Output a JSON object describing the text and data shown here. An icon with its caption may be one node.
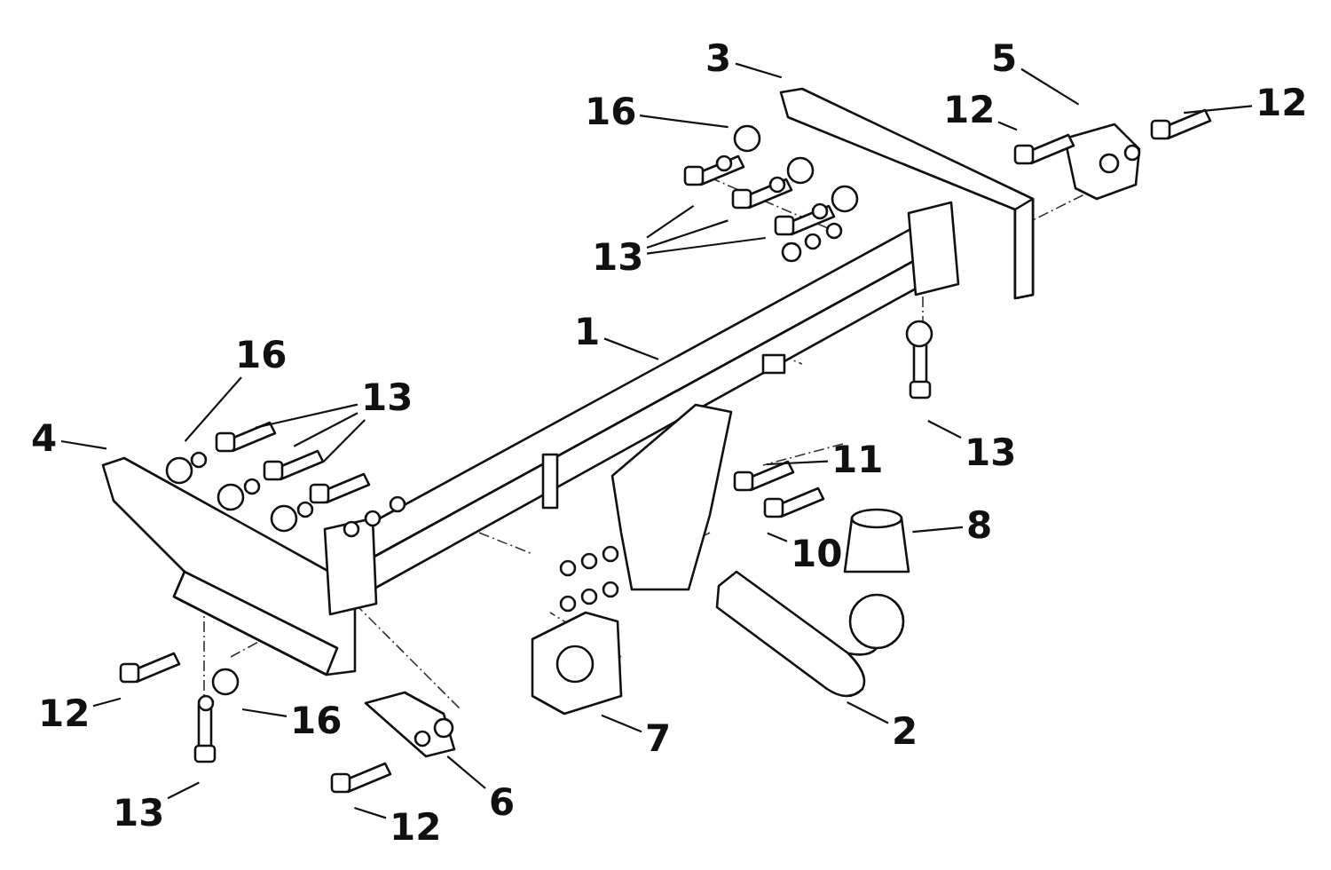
{
  "diagram": {
    "nodes": [
      {
        "text": [
          "3"
        ]
      },
      {
        "text": [
          "5"
        ]
      },
      {
        "text": [
          "16"
        ]
      },
      {
        "text": [
          "12"
        ]
      },
      {
        "text": [
          "12"
        ]
      },
      {
        "text": [
          "13"
        ]
      },
      {
        "text": [
          "1"
        ]
      },
      {
        "text": [
          "16"
        ]
      },
      {
        "text": [
          "13"
        ]
      },
      {
        "text": [
          "4"
        ]
      },
      {
        "text": [
          "13"
        ]
      },
      {
        "text": [
          "11"
        ]
      },
      {
        "text": [
          "8"
        ]
      },
      {
        "text": [
          "10"
        ]
      },
      {
        "text": [
          "12"
        ]
      },
      {
        "text": [
          "16"
        ]
      },
      {
        "text": [
          "7"
        ]
      },
      {
        "text": [
          "2"
        ]
      },
      {
        "text": [
          "13"
        ]
      },
      {
        "text": [
          "6"
        ]
      },
      {
        "text": [
          "12"
        ]
      }
    ],
    "edges": [
      {
        "from": 0,
        "to": null,
        "arrow": "none"
      },
      {
        "from": 1,
        "to": null,
        "arrow": "none"
      },
      {
        "from": 2,
        "to": null,
        "arrow": "none"
      },
      {
        "from": 3,
        "to": null,
        "arrow": "none"
      },
      {
        "from": 4,
        "to": null,
        "arrow": "none"
      },
      {
        "from": 5,
        "to": null,
        "arrow": "none"
      },
      {
        "from": 5,
        "to": null,
        "arrow": "none"
      },
      {
        "from": 5,
        "to": null,
        "arrow": "none"
      },
      {
        "from": 6,
        "to": null,
        "arrow": "none"
      },
      {
        "from": 7,
        "to": null,
        "arrow": "none"
      },
      {
        "from": 8,
        "to": null,
        "arrow": "none"
      },
      {
        "from": 8,
        "to": null,
        "arrow": "none"
      },
      {
        "from": 8,
        "to": null,
        "arrow": "none"
      },
      {
        "from": 9,
        "to": null,
        "arrow": "none"
      },
      {
        "from": 10,
        "to": null,
        "arrow": "none"
      },
      {
        "from": 11,
        "to": null,
        "arrow": "none"
      },
      {
        "from": 12,
        "to": null,
        "arrow": "none"
      },
      {
        "from": 13,
        "to": null,
        "arrow": "none"
      },
      {
        "from": 14,
        "to": null,
        "arrow": "none"
      },
      {
        "from": 15,
        "to": null,
        "arrow": "none"
      },
      {
        "from": 16,
        "to": null,
        "arrow": "none"
      },
      {
        "from": 17,
        "to": null,
        "arrow": "none"
      },
      {
        "from": 18,
        "to": null,
        "arrow": "none"
      },
      {
        "from": 19,
        "to": null,
        "arrow": "none"
      },
      {
        "from": 20,
        "to": null,
        "arrow": "none"
      }
    ]
  }
}
